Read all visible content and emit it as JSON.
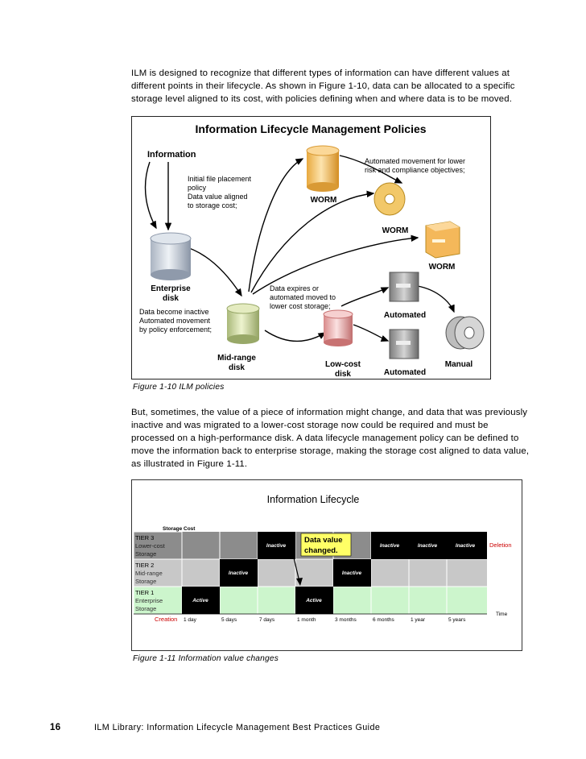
{
  "paragraphs": {
    "p1": "ILM is designed to recognize that different types of information can have different values at different points in their lifecycle. As shown in Figure 1-10, data can be allocated to a specific storage level aligned to its cost, with policies defining when and where data is to be moved.",
    "p2": "But, sometimes, the value of a piece of information might change, and data that was previously inactive and was migrated to a lower-cost storage now could be required and must be processed on a high-performance disk. A data lifecycle management policy can be defined to move the information back to enterprise storage, making the storage cost aligned to data value, as illustrated in Figure 1-11."
  },
  "figure1": {
    "caption": "Figure 1-10   ILM policies",
    "title": "Information Lifecycle Management Policies",
    "information": "Information",
    "initial_note": [
      "Initial file placement",
      "policy",
      "Data value aligned",
      "to storage cost;"
    ],
    "automated_note": [
      "Automated movement for lower",
      "risk and compliance objectives;"
    ],
    "inactive_note": [
      "Data become inactive",
      "Automated movement",
      "by policy enforcement;"
    ],
    "expires_note": [
      "Data expires or",
      "automated moved to",
      "lower cost storage;"
    ],
    "worm_labels": [
      "WORM",
      "WORM",
      "WORM"
    ],
    "enterprise_disk": [
      "Enterprise",
      "disk"
    ],
    "midrange_disk": [
      "Mid-range",
      "disk"
    ],
    "lowcost_disk": [
      "Low-cost",
      "disk"
    ],
    "automated_labels": [
      "Automated",
      "Automated"
    ],
    "manual": "Manual"
  },
  "figure2": {
    "caption": "Figure 1-11   Information value changes",
    "title": "Information Lifecycle",
    "storage_cost": "Storage Cost",
    "tiers": [
      {
        "name": "TIER 3",
        "sub": [
          "Lower-cost",
          "Storage"
        ]
      },
      {
        "name": "TIER 2",
        "sub": [
          "Mid-range",
          "Storage"
        ]
      },
      {
        "name": "TIER 1",
        "sub": [
          "Enterprise",
          "Storage"
        ]
      }
    ],
    "inactive": "Inactive",
    "active": "Active",
    "deletion": "Deletion",
    "creation": "Creation",
    "time": "Time",
    "callout": [
      "Data value",
      "changed."
    ],
    "time_labels": [
      "1 day",
      "5 days",
      "7 days",
      "1 month",
      "3 months",
      "6 months",
      "1 year",
      "5 years"
    ],
    "colors": {
      "tier3": "#8c8c8c",
      "tier2": "#c8c8c8",
      "tier1": "#ccf5cc",
      "callout": "#ffff66",
      "deletion": "#cc0000"
    }
  },
  "footer": {
    "page_number": "16",
    "title": "ILM Library: Information Lifecycle Management Best Practices Guide"
  }
}
